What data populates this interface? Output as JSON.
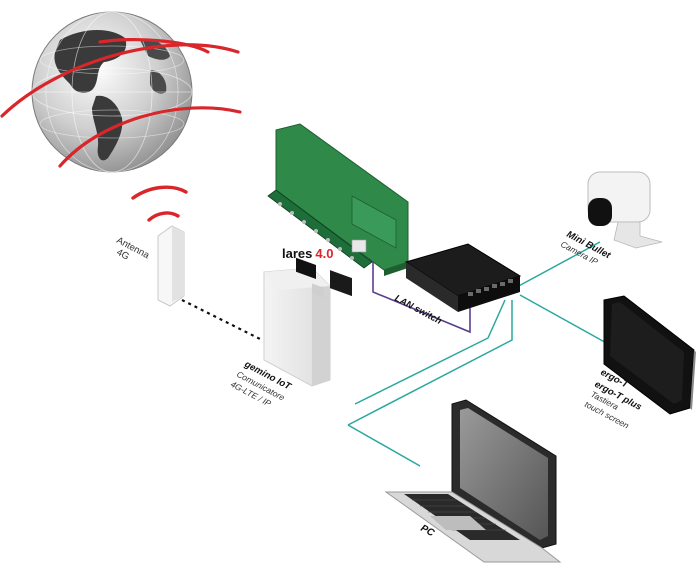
{
  "nodes": {
    "antenna": {
      "line1": "Antenna",
      "line2": "4G"
    },
    "gemino": {
      "name": "gemino IoT",
      "line2": "Comunicatore",
      "line3": "4G-LTE / IP"
    },
    "lares": {
      "name": "lares",
      "version": "4.0"
    },
    "switch": {
      "name": "LAN switch"
    },
    "camera": {
      "name": "Mini Bullet",
      "line2": "Camera IP"
    },
    "ergo": {
      "name1": "ergo-T",
      "name2": "ergo-T plus",
      "line3": "Tastiera",
      "line4": "touch screen"
    },
    "pc": {
      "name": "PC"
    }
  },
  "colors": {
    "accent_red": "#d9262b",
    "link_teal": "#2aa79f",
    "link_purple": "#5b3f8f",
    "pcb_green": "#2f8a4a",
    "device_black": "#141414"
  }
}
